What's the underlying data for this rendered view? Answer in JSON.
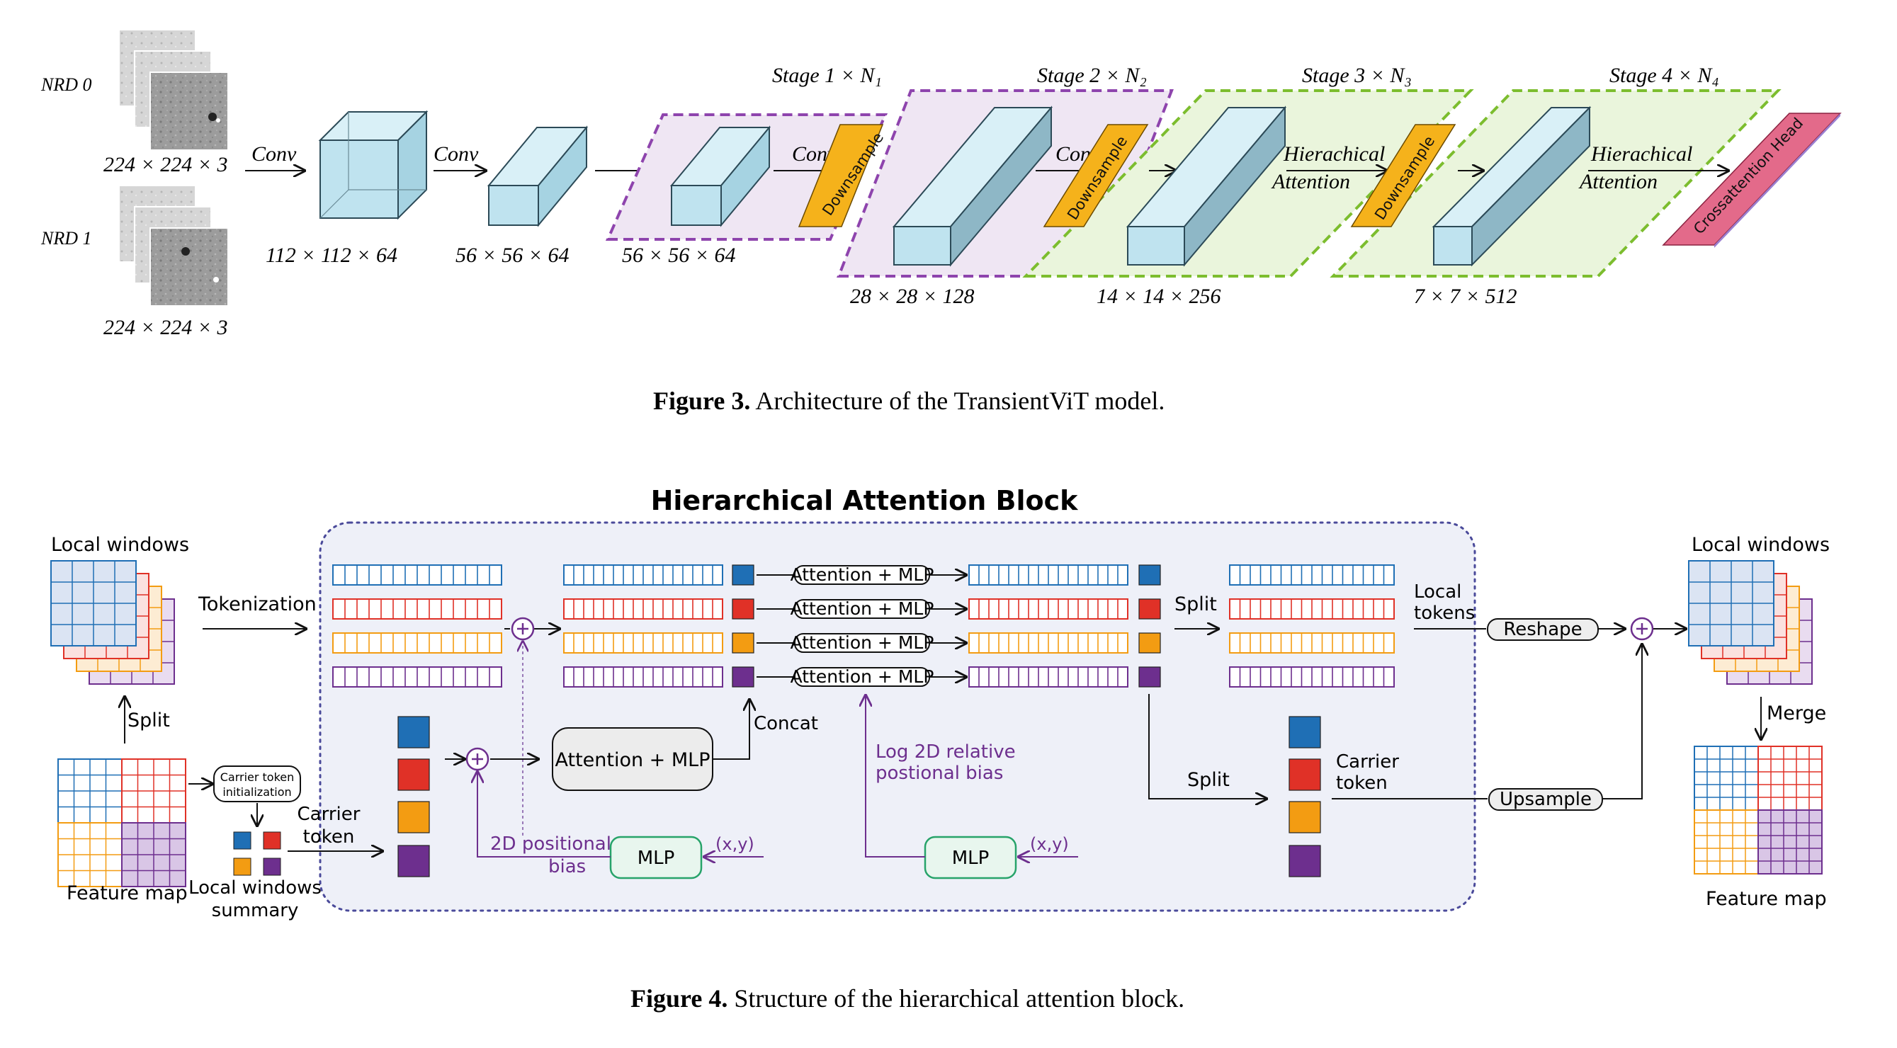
{
  "figure3": {
    "inputs": [
      {
        "label": "NRD 0",
        "dims": "224 × 224 × 3"
      },
      {
        "label": "NRD 1",
        "dims": "224 × 224 × 3"
      }
    ],
    "conv_labels": [
      "Conv",
      "Conv",
      "Conv",
      "Conv"
    ],
    "features": [
      "112 × 112 × 64",
      "56 × 56 × 64",
      "56 × 56 × 64",
      "28 × 28 × 128",
      "14 × 14 × 256",
      "7 × 7 × 512"
    ],
    "stages": [
      "Stage 1 × N₁",
      "Stage 2 × N₂",
      "Stage 3 × N₃",
      "Stage 4 × N₄"
    ],
    "downsample": "Downsample",
    "hier_attention": [
      "Hierachical",
      "Attention"
    ],
    "head": "Crossattention Head",
    "caption_bold": "Figure 3.",
    "caption_text": " Architecture of the TransientViT model."
  },
  "figure4": {
    "title": "Hierarchical Attention Block",
    "local_windows": "Local windows",
    "tokenization": "Tokenization",
    "split": "Split",
    "merge": "Merge",
    "feature_map": "Feature map",
    "carrier_init": [
      "Carrier token",
      "initialization"
    ],
    "carrier_token": [
      "Carrier",
      "token"
    ],
    "local_summary": [
      "Local windows",
      "summary"
    ],
    "attention_mlp": "Attention + MLP",
    "concat": "Concat",
    "pos_bias": [
      "2D positional",
      "bias"
    ],
    "mlp": "MLP",
    "xy": "(x,y)",
    "log_bias": [
      "Log 2D relative",
      "postional bias"
    ],
    "local_tokens": [
      "Local",
      "tokens"
    ],
    "reshape": "Reshape",
    "upsample": "Upsample",
    "caption_bold": "Figure 4.",
    "caption_text": " Structure of the hierarchical attention block."
  },
  "colors": {
    "blue": "#1f6fb5",
    "red": "#e03127",
    "orange": "#f39c12",
    "purple": "#6d2f8e",
    "stage_purple": "#8e44ad",
    "stage_green": "#7cbd2e",
    "downsample": "#f5b21b",
    "head": "#e36a8a",
    "cube": "#bfe3ef",
    "mlp_fill": "#e8f6ee",
    "mlp_stroke": "#27a36a",
    "block_bg": "#eef0f8",
    "block_border": "#4a4a9a"
  }
}
